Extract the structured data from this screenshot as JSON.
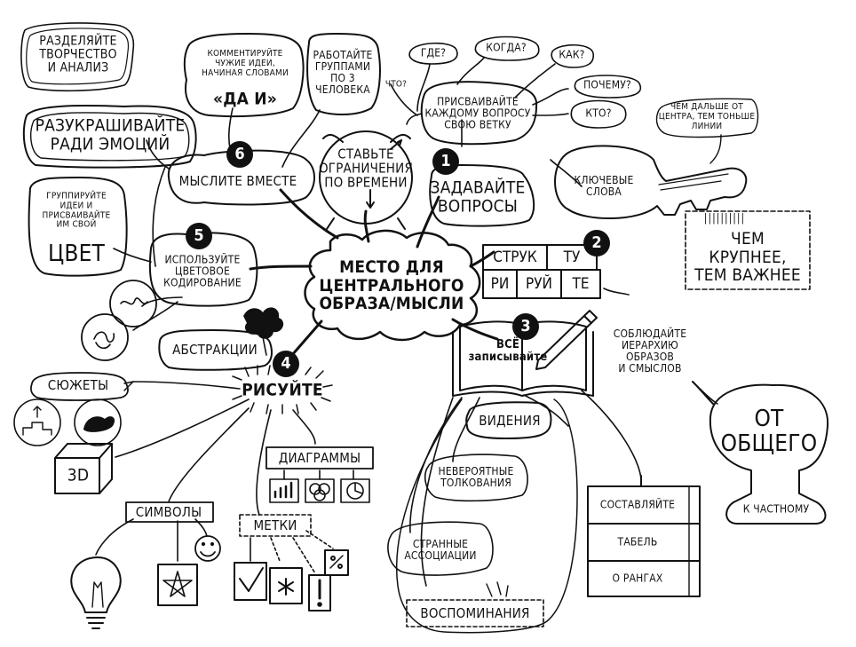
{
  "center": "МЕСТО ДЛЯ\nЦЕНТРАЛЬНОГО\nОБРАЗА/МЫСЛИ",
  "numbers": [
    "1",
    "2",
    "3",
    "4",
    "5",
    "6"
  ],
  "b1": {
    "main": "ЗАДАВАЙТЕ\nВОПРОСЫ",
    "assign": "ПРИСВАИВАЙТЕ\nКАЖДОМУ ВОПРОСУ\nСВОЮ ВЕТКУ",
    "q_where": "ГДЕ?",
    "q_when": "КОГДА?",
    "q_how": "КАК?",
    "q_why": "ПОЧЕМУ?",
    "q_who": "КТО?",
    "q_what": "ЧТО?"
  },
  "time_limits": "СТАВЬТЕ\nОГРАНИЧЕНИЯ\nПО ВРЕМЕНИ",
  "b2": {
    "keywords": "КЛЮЧЕВЫЕ\nСЛОВА",
    "thinner": "ЧЕМ ДАЛЬШЕ ОТ\nЦЕНТРА, ТЕМ ТОНЬШЕ\nЛИНИИ",
    "bigger": "ЧЕМ\nКРУПНЕЕ,\nТЕМ ВАЖНЕЕ",
    "tally": "||||||||||",
    "cells": [
      "СТРУК",
      "ТУ",
      "РИ",
      "РУЙ",
      "ТЕ"
    ]
  },
  "b3": {
    "main": "ВСЁ\nзаписывайте",
    "visions": "ВИДЕНИЯ",
    "interpretations": "НЕВЕРОЯТНЫЕ\nТОЛКОВАНИЯ",
    "associations": "СТРАННЫЕ\nАССОЦИАЦИИ",
    "memories": "ВОСПОМИНАНИЯ"
  },
  "hierarchy": {
    "title": "СОБЛЮДАЙТЕ\nИЕРАРХИЮ\nОБРАЗОВ\nИ СМЫСЛОВ",
    "general": "ОТ\nОБЩЕГО",
    "particular": "К ЧАСТНОМУ",
    "table": [
      "СОСТАВЛЯЙТЕ",
      "ТАБЕЛЬ",
      "О РАНГАХ"
    ]
  },
  "b4": {
    "main": "РИСУЙТЕ",
    "plots": "СЮЖЕТЫ",
    "three_d": "3D",
    "symbols": "СИМВОЛЫ",
    "diagrams": "ДИАГРАММЫ",
    "marks": "МЕТКИ",
    "abstractions": "АБСТРАКЦИИ"
  },
  "b5": {
    "main": "ИСПОЛЬЗУЙТЕ\nЦВЕТОВОЕ\nКОДИРОВАНИЕ",
    "group": "ГРУППИРУЙТЕ\nИДЕИ И\nПРИСВАИВАЙТЕ\nИМ СВОЙ",
    "color": "ЦВЕТ",
    "decorate": "РАЗУКРАШИВАЙТЕ\nРАДИ ЭМОЦИЙ",
    "separate": "РАЗДЕЛЯЙТЕ\nТВОРЧЕСТВО\nИ АНАЛИЗ"
  },
  "b6": {
    "main": "МЫСЛИТЕ ВМЕСТЕ",
    "comment": "КОММЕНТИРУЙТЕ\nЧУЖИЕ ИДЕИ,\nНАЧИНАЯ СЛОВАМИ",
    "yes_and": "«ДА И»",
    "groups": "РАБОТАЙТЕ\nГРУППАМИ\nПО 3\nЧЕЛОВЕКА"
  },
  "colors": {
    "ink": "#111111",
    "paper": "#ffffff"
  }
}
